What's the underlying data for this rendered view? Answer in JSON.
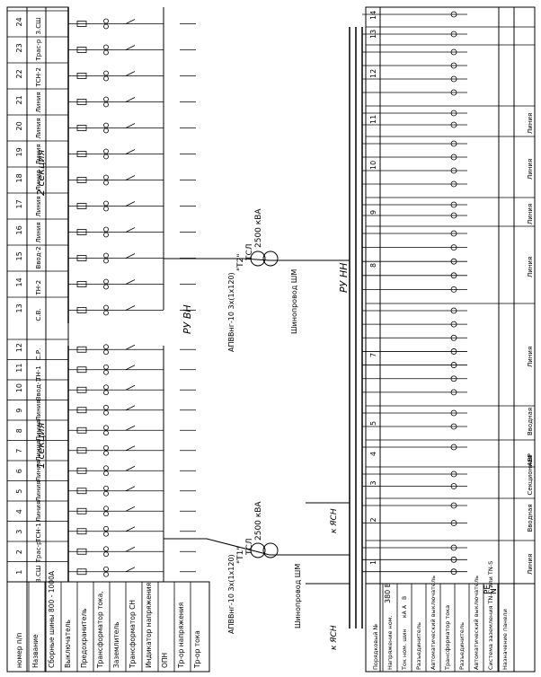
{
  "hv": {
    "title": "РУ ВН",
    "section1": "1 секция",
    "section2": "2 секция",
    "cells": [
      {
        "no": "1",
        "name": "З.СШ"
      },
      {
        "no": "2",
        "name": "Трас-р"
      },
      {
        "no": "3",
        "name": "ТСН-1"
      },
      {
        "no": "4",
        "name": "Линия"
      },
      {
        "no": "5",
        "name": "Линия"
      },
      {
        "no": "6",
        "name": "Линия"
      },
      {
        "no": "7",
        "name": "Линия"
      },
      {
        "no": "8",
        "name": "Линия"
      },
      {
        "no": "9",
        "name": "Линия"
      },
      {
        "no": "10",
        "name": "Ввод-1"
      },
      {
        "no": "11",
        "name": "ТН-1"
      },
      {
        "no": "12",
        "name": "С.Р."
      },
      {
        "no": "13",
        "name": "С.В."
      },
      {
        "no": "14",
        "name": "ТН-2"
      },
      {
        "no": "15",
        "name": "Ввод-2"
      },
      {
        "no": "16",
        "name": "Линия"
      },
      {
        "no": "17",
        "name": "Линия"
      },
      {
        "no": "18",
        "name": "Линия"
      },
      {
        "no": "19",
        "name": "Линия"
      },
      {
        "no": "20",
        "name": "Линия"
      },
      {
        "no": "21",
        "name": "Линия"
      },
      {
        "no": "22",
        "name": "ТСН-2"
      },
      {
        "no": "23",
        "name": "Трас-р"
      },
      {
        "no": "24",
        "name": "З.СШ"
      }
    ],
    "row_labels": [
      "номер п/п",
      "Название",
      "Сборные шины 800 - 1000А",
      "Выключатель",
      "Предохранитель",
      "Трансформатор тока,",
      "Заземлитель",
      "Трансформатор СН",
      "Индикатор напряжения",
      "ОПН",
      "Тр-ор напряжения",
      "Тр-ор тока"
    ]
  },
  "transformers": {
    "t1": {
      "name": "\"T1\"",
      "type": "ТСЛ",
      "rating": "2500 кВА",
      "cable": "АПВВнг-10 3х(1х120)",
      "busway": "Шинопровод ШМ"
    },
    "t2": {
      "name": "\"T2\"",
      "type": "ТСЛ",
      "rating": "2500 кВА",
      "cable": "АПВВнг-10 3х(1х120)",
      "busway": "Шинопровод ШМ"
    }
  },
  "lv": {
    "title": "РУ НН",
    "yasn1": "к ЯСН",
    "yasn2": "к ЯСН",
    "pe": "PE",
    "n": "N",
    "cells": [
      "1",
      "2",
      "3",
      "4",
      "5",
      "7",
      "8",
      "9",
      "10",
      "11",
      "12",
      "13",
      "14"
    ],
    "names": [
      "Линия",
      "Вводная",
      "Секционная",
      "АВР",
      "Вводная",
      "Линия",
      "Линия",
      "Линия",
      "Линия",
      "Линия"
    ],
    "row_labels": [
      "Порядковый №",
      "Напряжение ном.",
      "Ток ном. шин",
      "Разъединитель",
      "Автоматический выключатель",
      "Трансформатор тока",
      "Разъединитель",
      "Автоматический выключатель",
      "Система заземления TN-C или TN-S",
      "Назначение панели"
    ],
    "voltage": "380 В",
    "units": [
      "В",
      "А",
      "кА"
    ]
  }
}
